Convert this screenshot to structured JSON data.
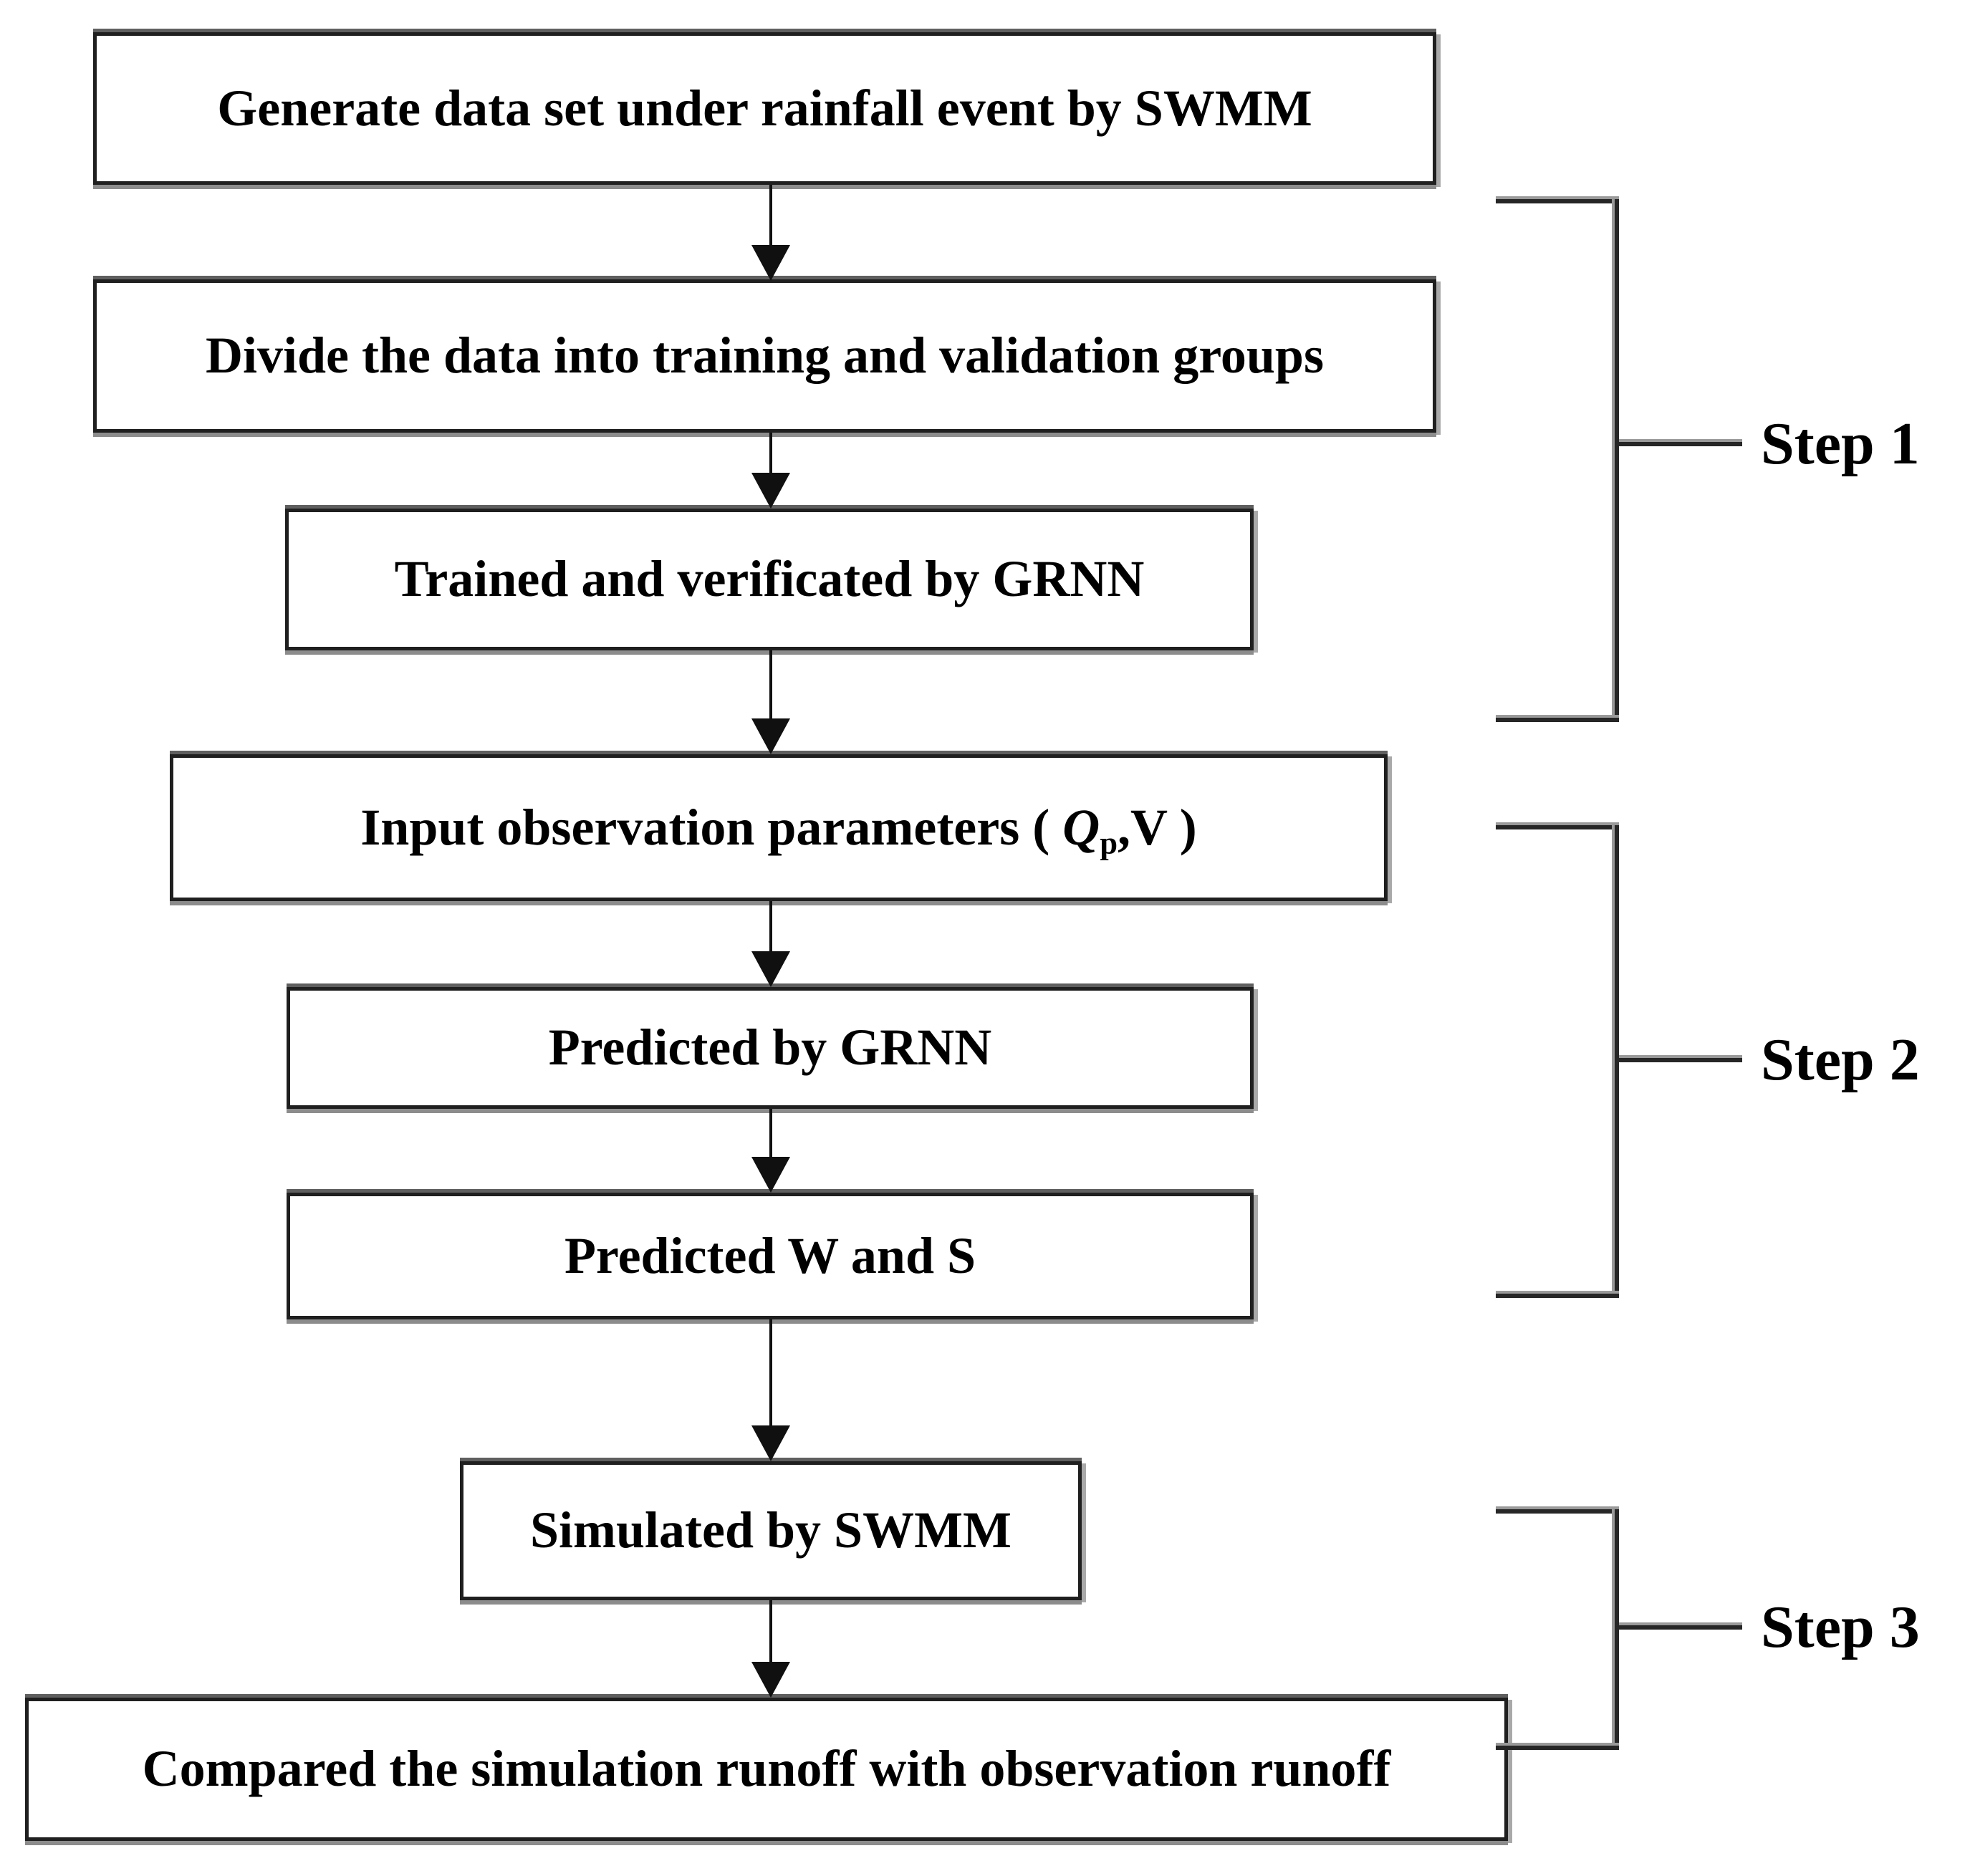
{
  "figure": {
    "description_colors": {
      "line": "#1f1f1f",
      "shadow_gray": "#8c8c8c",
      "background": "#ffffff",
      "text": "#000000"
    },
    "boxes": [
      {
        "label": "Generate data set under rainfall event by SWMM"
      },
      {
        "label": "Divide the data into training and validation groups"
      },
      {
        "label": "Trained and verificated by GRNN"
      },
      {
        "parts": {
          "prefix": "Input observation parameters ( ",
          "q": "Q",
          "sub": "p",
          "comma": ",",
          "v": "V",
          "suffix": " )"
        }
      },
      {
        "label": "Predicted by GRNN"
      },
      {
        "label": "Predicted W and S"
      },
      {
        "label": "Simulated by SWMM"
      },
      {
        "label": "Compared the simulation runoff with observation runoff"
      }
    ],
    "steps": [
      {
        "label": "Step 1"
      },
      {
        "label": "Step 2"
      },
      {
        "label": "Step 3"
      }
    ]
  }
}
